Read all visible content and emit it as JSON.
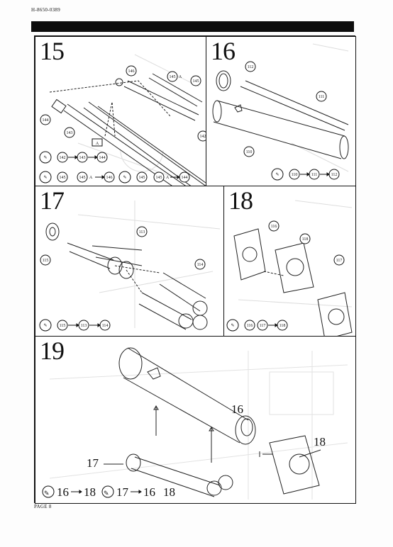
{
  "document": {
    "id": "H-8650-0389",
    "page": "PAGE 8"
  },
  "steps": [
    {
      "number": "15",
      "part_labels": [
        "146",
        "145",
        "A",
        "145",
        "144",
        "143",
        "142",
        "A"
      ],
      "sequences": [
        [
          "142",
          "143",
          "144"
        ],
        [
          "145",
          "145",
          "A",
          "146"
        ],
        [
          "145",
          "145",
          "A",
          "144"
        ]
      ]
    },
    {
      "number": "16",
      "part_labels": [
        "112",
        "111",
        "110"
      ],
      "sequences": [
        [
          "110",
          "111",
          "112"
        ]
      ]
    },
    {
      "number": "17",
      "part_labels": [
        "113",
        "115",
        "114"
      ],
      "sequences": [
        [
          "115",
          "113",
          "114"
        ]
      ]
    },
    {
      "number": "18",
      "part_labels": [
        "116",
        "118",
        "117"
      ],
      "sequences": [
        [
          "116",
          "117",
          "118"
        ]
      ]
    },
    {
      "number": "19",
      "part_labels": [
        "16",
        "18",
        "17"
      ],
      "sequences": [
        [
          "16",
          "18"
        ],
        [
          "17",
          "16",
          "18"
        ]
      ]
    }
  ],
  "icons": {
    "glue": "glue-tube-icon",
    "arrow": "arrow-right-icon"
  }
}
